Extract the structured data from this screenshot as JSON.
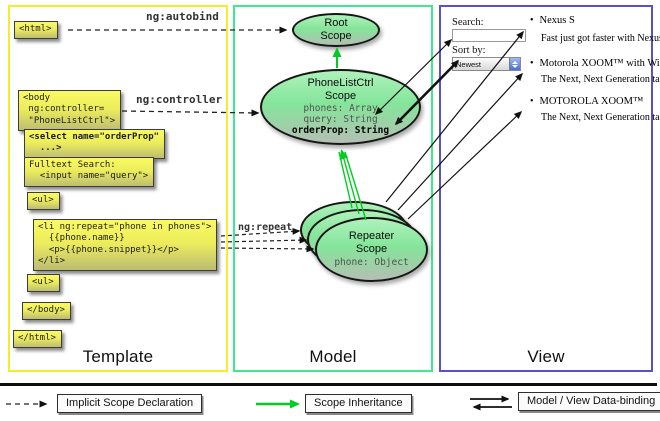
{
  "colors": {
    "template_border": "#f2ee2a",
    "model_border": "#3fe98f",
    "view_border": "#5a50c8",
    "scope_green": "#00cc22",
    "arrow_black": "#111111",
    "code_box_yellow": "#eded5c"
  },
  "template_column": {
    "label": "Template",
    "boxes": {
      "html_open": "<html>",
      "body_open": "<body\n ng:controller=\n \"PhoneListCtrl\">",
      "select": "<select name=\"orderProp\"\n  ...>",
      "fulltext": "Fulltext Search:\n  <input name=\"query\">",
      "ul_open": "<ul>",
      "li_repeat": "<li ng:repeat=\"phone in phones\">\n  {{phone.name}}\n  <p>{{phone.snippet}}</p>\n</li>",
      "ul_close": "<ul>",
      "body_close": "</body>",
      "html_close": "</html>"
    }
  },
  "model_column": {
    "label": "Model",
    "root_scope": {
      "title": "Root\nScope"
    },
    "phonelist_scope": {
      "title": "PhoneListCtrl\nScope",
      "prop1": "phones: Array",
      "prop2": "query: String",
      "prop3": "orderProp: String"
    },
    "repeater_scope": {
      "title": "Repeater\nScope",
      "prop": "phone: Object"
    }
  },
  "view_column": {
    "label": "View",
    "search_label": "Search:",
    "search_value": "",
    "sort_label": "Sort by:",
    "sort_value": "Newest",
    "bullet": "•",
    "items": [
      {
        "title": "Nexus S",
        "desc": "Fast just got faster with Nexus S."
      },
      {
        "title": "Motorola XOOM™  with Wi-Fi",
        "desc": "The Next, Next Generation tablet."
      },
      {
        "title": "MOTOROLA XOOM™",
        "desc": "The Next, Next Generation tablet."
      }
    ]
  },
  "annotations": {
    "autobind": "ng:autobind",
    "controller": "ng:controller",
    "repeat": "ng:repeat"
  },
  "legend": {
    "implicit": "Implicit Scope Declaration",
    "inheritance": "Scope Inheritance",
    "databinding": "Model / View Data-binding"
  }
}
